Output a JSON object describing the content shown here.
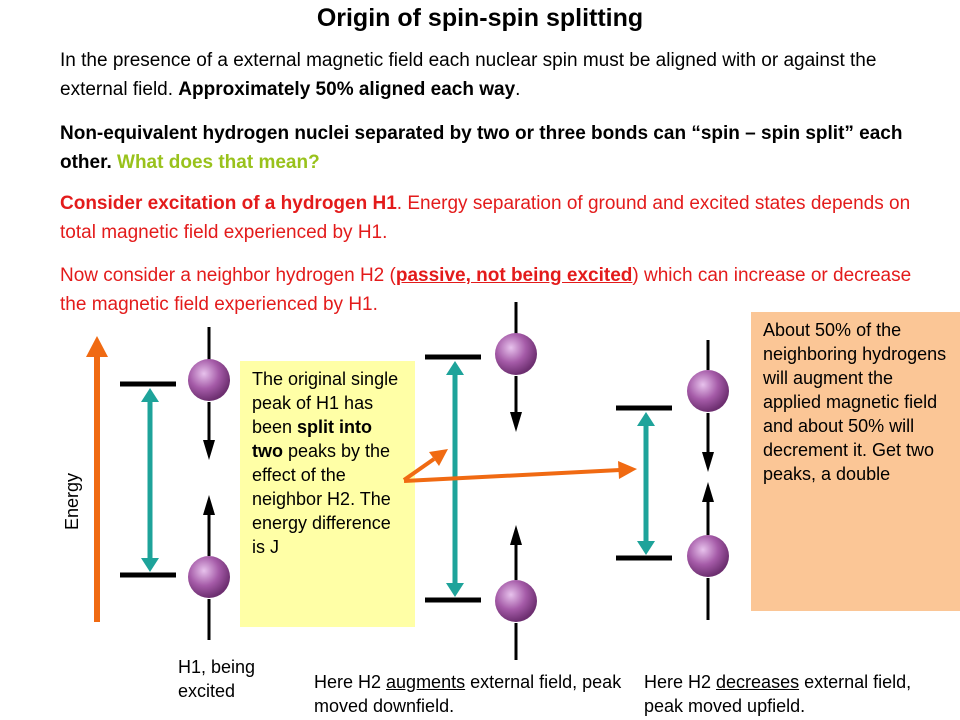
{
  "slide": {
    "title": "Origin of spin-spin splitting",
    "p1": {
      "text": "In the presence of a external magnetic field each nuclear spin must be aligned with or against the external field.  ",
      "bold": "Approximately 50% aligned each way",
      "end": "."
    },
    "p2": {
      "bold": "Non-equivalent hydrogen nuclei separated by two or three bonds can “spin – spin split” each other. ",
      "question": "What does that mean?"
    },
    "p3": {
      "bold": "Consider excitation of a hydrogen H1",
      "rest": ". Energy separation of ground and excited states depends on total magnetic field experienced by H1."
    },
    "p4": {
      "pre": "Now consider a neighbor hydrogen H2 (",
      "underlined": "passive, not being excited",
      "post": ") which can increase or decrease the magnetic field experienced by H1."
    }
  },
  "diagram": {
    "energy_label": "Energy",
    "h1_caption_line1": "H1, being",
    "h1_caption_line2": "excited",
    "aug_caption": {
      "pre": "Here H2 ",
      "underlined": "augments",
      "post": " external field, peak moved downfield."
    },
    "dec_caption": {
      "pre": "Here H2 ",
      "underlined": "decreases",
      "post": " external field, peak moved upfield."
    },
    "yellow_box": {
      "pre": "The original single peak of H1 has been ",
      "bold": "split into two",
      "post": " peaks by the effect of the neighbor H2. The energy difference is J"
    },
    "orange_box": "About 50% of the neighboring hydrogens will augment the applied magnetic field and about 50% will decrement it. Get two peaks, a double",
    "colors": {
      "energy_arrow": "#f06a12",
      "transition_arrow": "#1ea39a",
      "level": "#000000",
      "nucleus": "#a55ba8",
      "yellow_box": "#ffffa6",
      "orange_box": "#fbc696",
      "green_text": "#99c21c",
      "red_text": "#e31b1b"
    }
  }
}
